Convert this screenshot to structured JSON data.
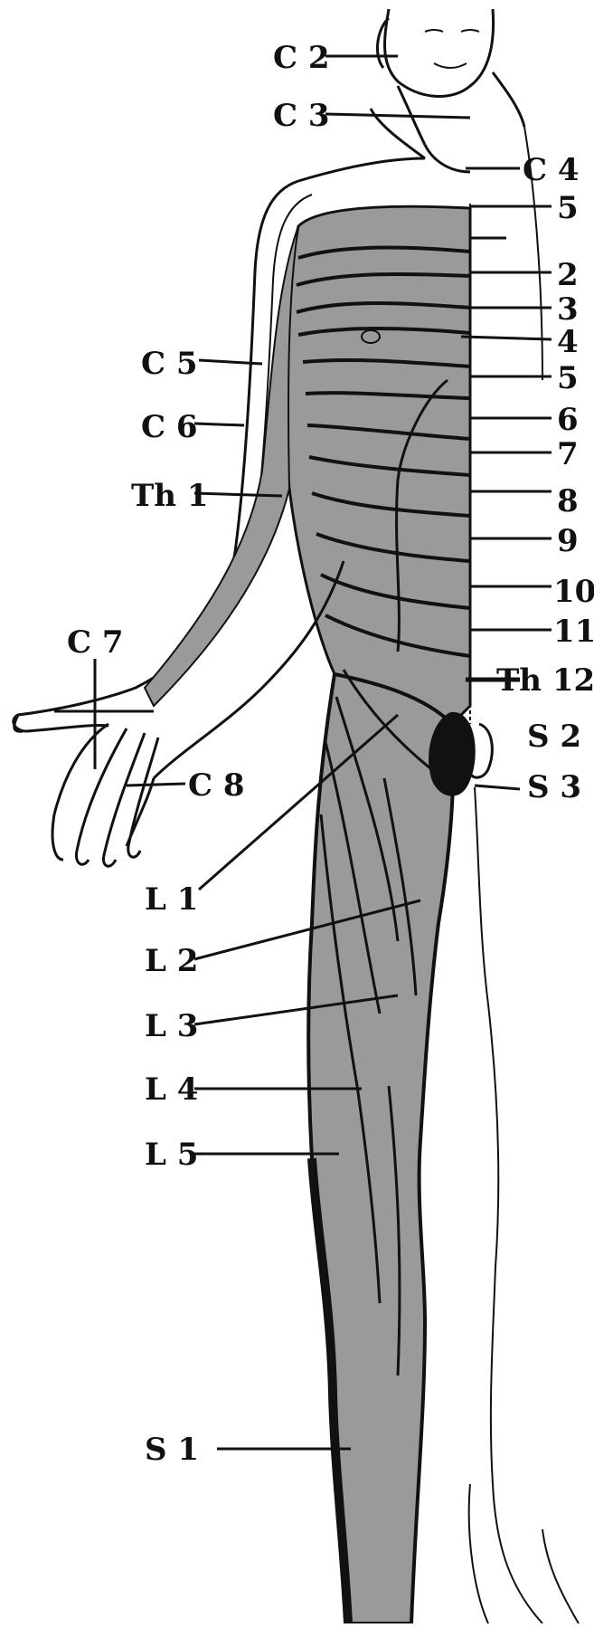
{
  "labels": {
    "c2": "C 2",
    "c3": "C 3",
    "c4": "C 4",
    "r5a": "5",
    "r2": "2",
    "r3": "3",
    "r4": "4",
    "r5b": "5",
    "r6": "6",
    "r7": "7",
    "r8": "8",
    "r9": "9",
    "r10": "10",
    "r11": "11",
    "th12": "Th 12",
    "s2": "S 2",
    "s3": "S 3",
    "c5": "C 5",
    "c6": "C 6",
    "th1": "Th 1",
    "c7": "C 7",
    "c8": "C 8",
    "l1": "L 1",
    "l2": "L 2",
    "l3": "L 3",
    "l4": "L 4",
    "l5": "L 5",
    "s1": "S 1"
  },
  "colors": {
    "skin_shade": "#9a9a9a",
    "skin_dark": "#6e6e6e",
    "outline": "#111111",
    "background": "#ffffff"
  }
}
